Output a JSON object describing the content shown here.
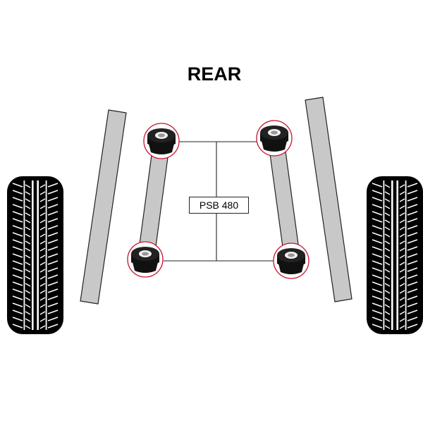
{
  "diagram": {
    "title": "REAR",
    "part_number": "PSB 480",
    "colors": {
      "highlight_ring": "#c8102e",
      "bar_fill": "#c8c8c8",
      "bar_stroke": "#222222",
      "tyre": "#000000",
      "bush_body": "#111111",
      "bush_top": "#222222",
      "bush_insert": "#f2f2f2"
    },
    "components": [
      "left-wheel-tyre",
      "right-wheel-tyre",
      "left-outer-link",
      "right-outer-link",
      "left-trailing-arm",
      "right-trailing-arm",
      "bush-front-left",
      "bush-front-right",
      "bush-rear-left",
      "bush-rear-right"
    ]
  }
}
